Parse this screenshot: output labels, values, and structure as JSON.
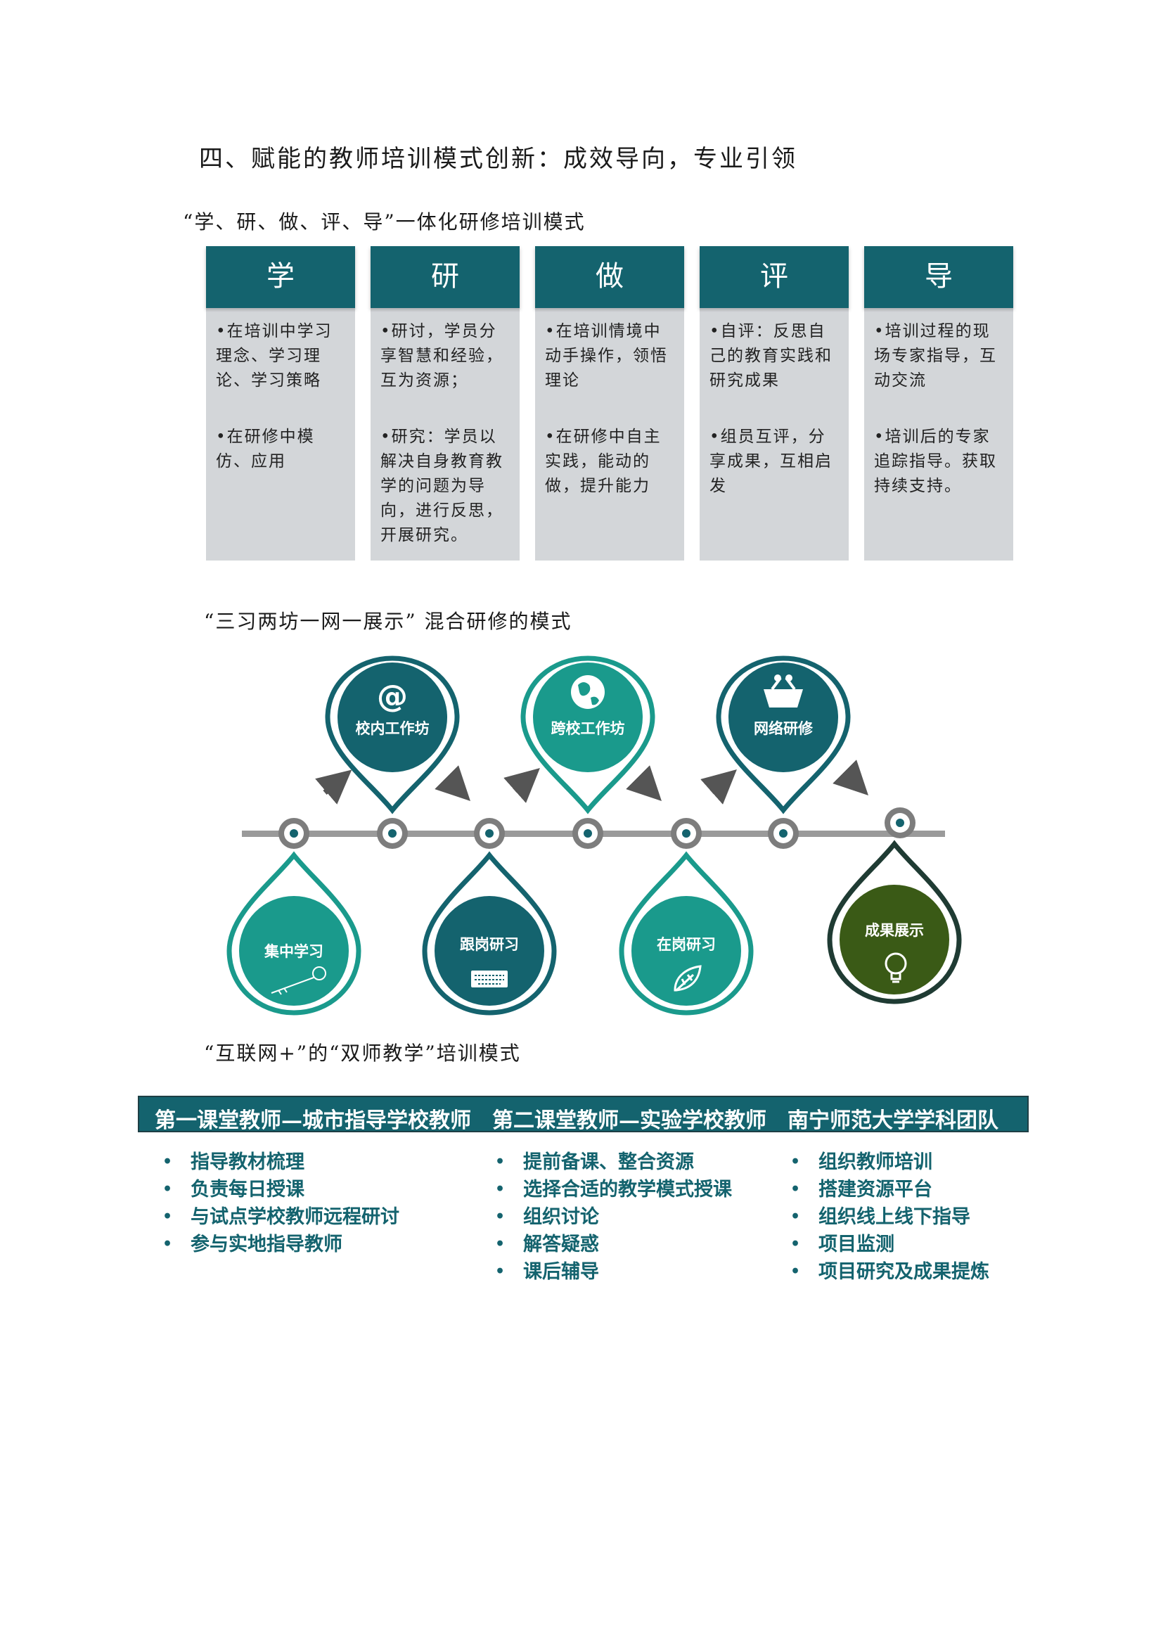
{
  "heading": "四、赋能的教师培训模式创新：成效导向，专业引领",
  "section1": {
    "title": "“学、研、做、评、导”一体化研修培训模式",
    "columns": [
      {
        "head": "学",
        "item1": "•在培训中学习理念、学习理论、学习策略",
        "item2": "•在研修中模仿、应用"
      },
      {
        "head": "研",
        "item1": "•研讨，学员分享智慧和经验，互为资源；",
        "item2": "•研究：学员以解决自身教育教学的问题为导向，进行反思，开展研究。"
      },
      {
        "head": "做",
        "item1": "•在培训情境中动手操作，领悟理论",
        "item2": "•在研修中自主实践，能动的做，提升能力"
      },
      {
        "head": "评",
        "item1": "•自评：反思自己的教育实践和研究成果",
        "item2": "•组员互评，分享成果，互相启发"
      },
      {
        "head": "导",
        "item1": "•培训过程的现场专家指导，互动交流",
        "item2": "•培训后的专家追踪指导。获取持续支持。"
      }
    ]
  },
  "section2": {
    "title": "“三习两坊一网一展示” 混合研修的模式",
    "upper": [
      {
        "label": "校内工作坊",
        "icon": "at-sign-icon"
      },
      {
        "label": "跨校工作坊",
        "icon": "globe-icon"
      },
      {
        "label": "网络研修",
        "icon": "basket-icon"
      }
    ],
    "lower": [
      {
        "label": "集中学习",
        "icon": "key-icon"
      },
      {
        "label": "跟岗研习",
        "icon": "keyboard-icon"
      },
      {
        "label": "在岗研习",
        "icon": "leaf-icon"
      },
      {
        "label": "成果展示",
        "icon": "lightbulb-icon"
      }
    ],
    "colors": {
      "teal_dark": "#14636e",
      "teal": "#1a9a8c",
      "green_dark": "#3a5a16",
      "rail": "#9a9a9a"
    }
  },
  "section3": {
    "title": "“互联网+”的“双师教学”培训模式",
    "banner": [
      "第一课堂教师—城市指导学校教师",
      "第二课堂教师—实验学校教师",
      "南宁师范大学学科团队"
    ],
    "lists": [
      [
        "指导教材梳理",
        "负责每日授课",
        "与试点学校教师远程研讨",
        "参与实地指导教师"
      ],
      [
        "提前备课、整合资源",
        "选择合适的教学模式授课",
        "组织讨论",
        "解答疑惑",
        "课后辅导"
      ],
      [
        "组织教师培训",
        "搭建资源平台",
        "组织线上线下指导",
        "项目监测",
        "项目研究及成果提炼"
      ]
    ],
    "bullet": "•"
  }
}
